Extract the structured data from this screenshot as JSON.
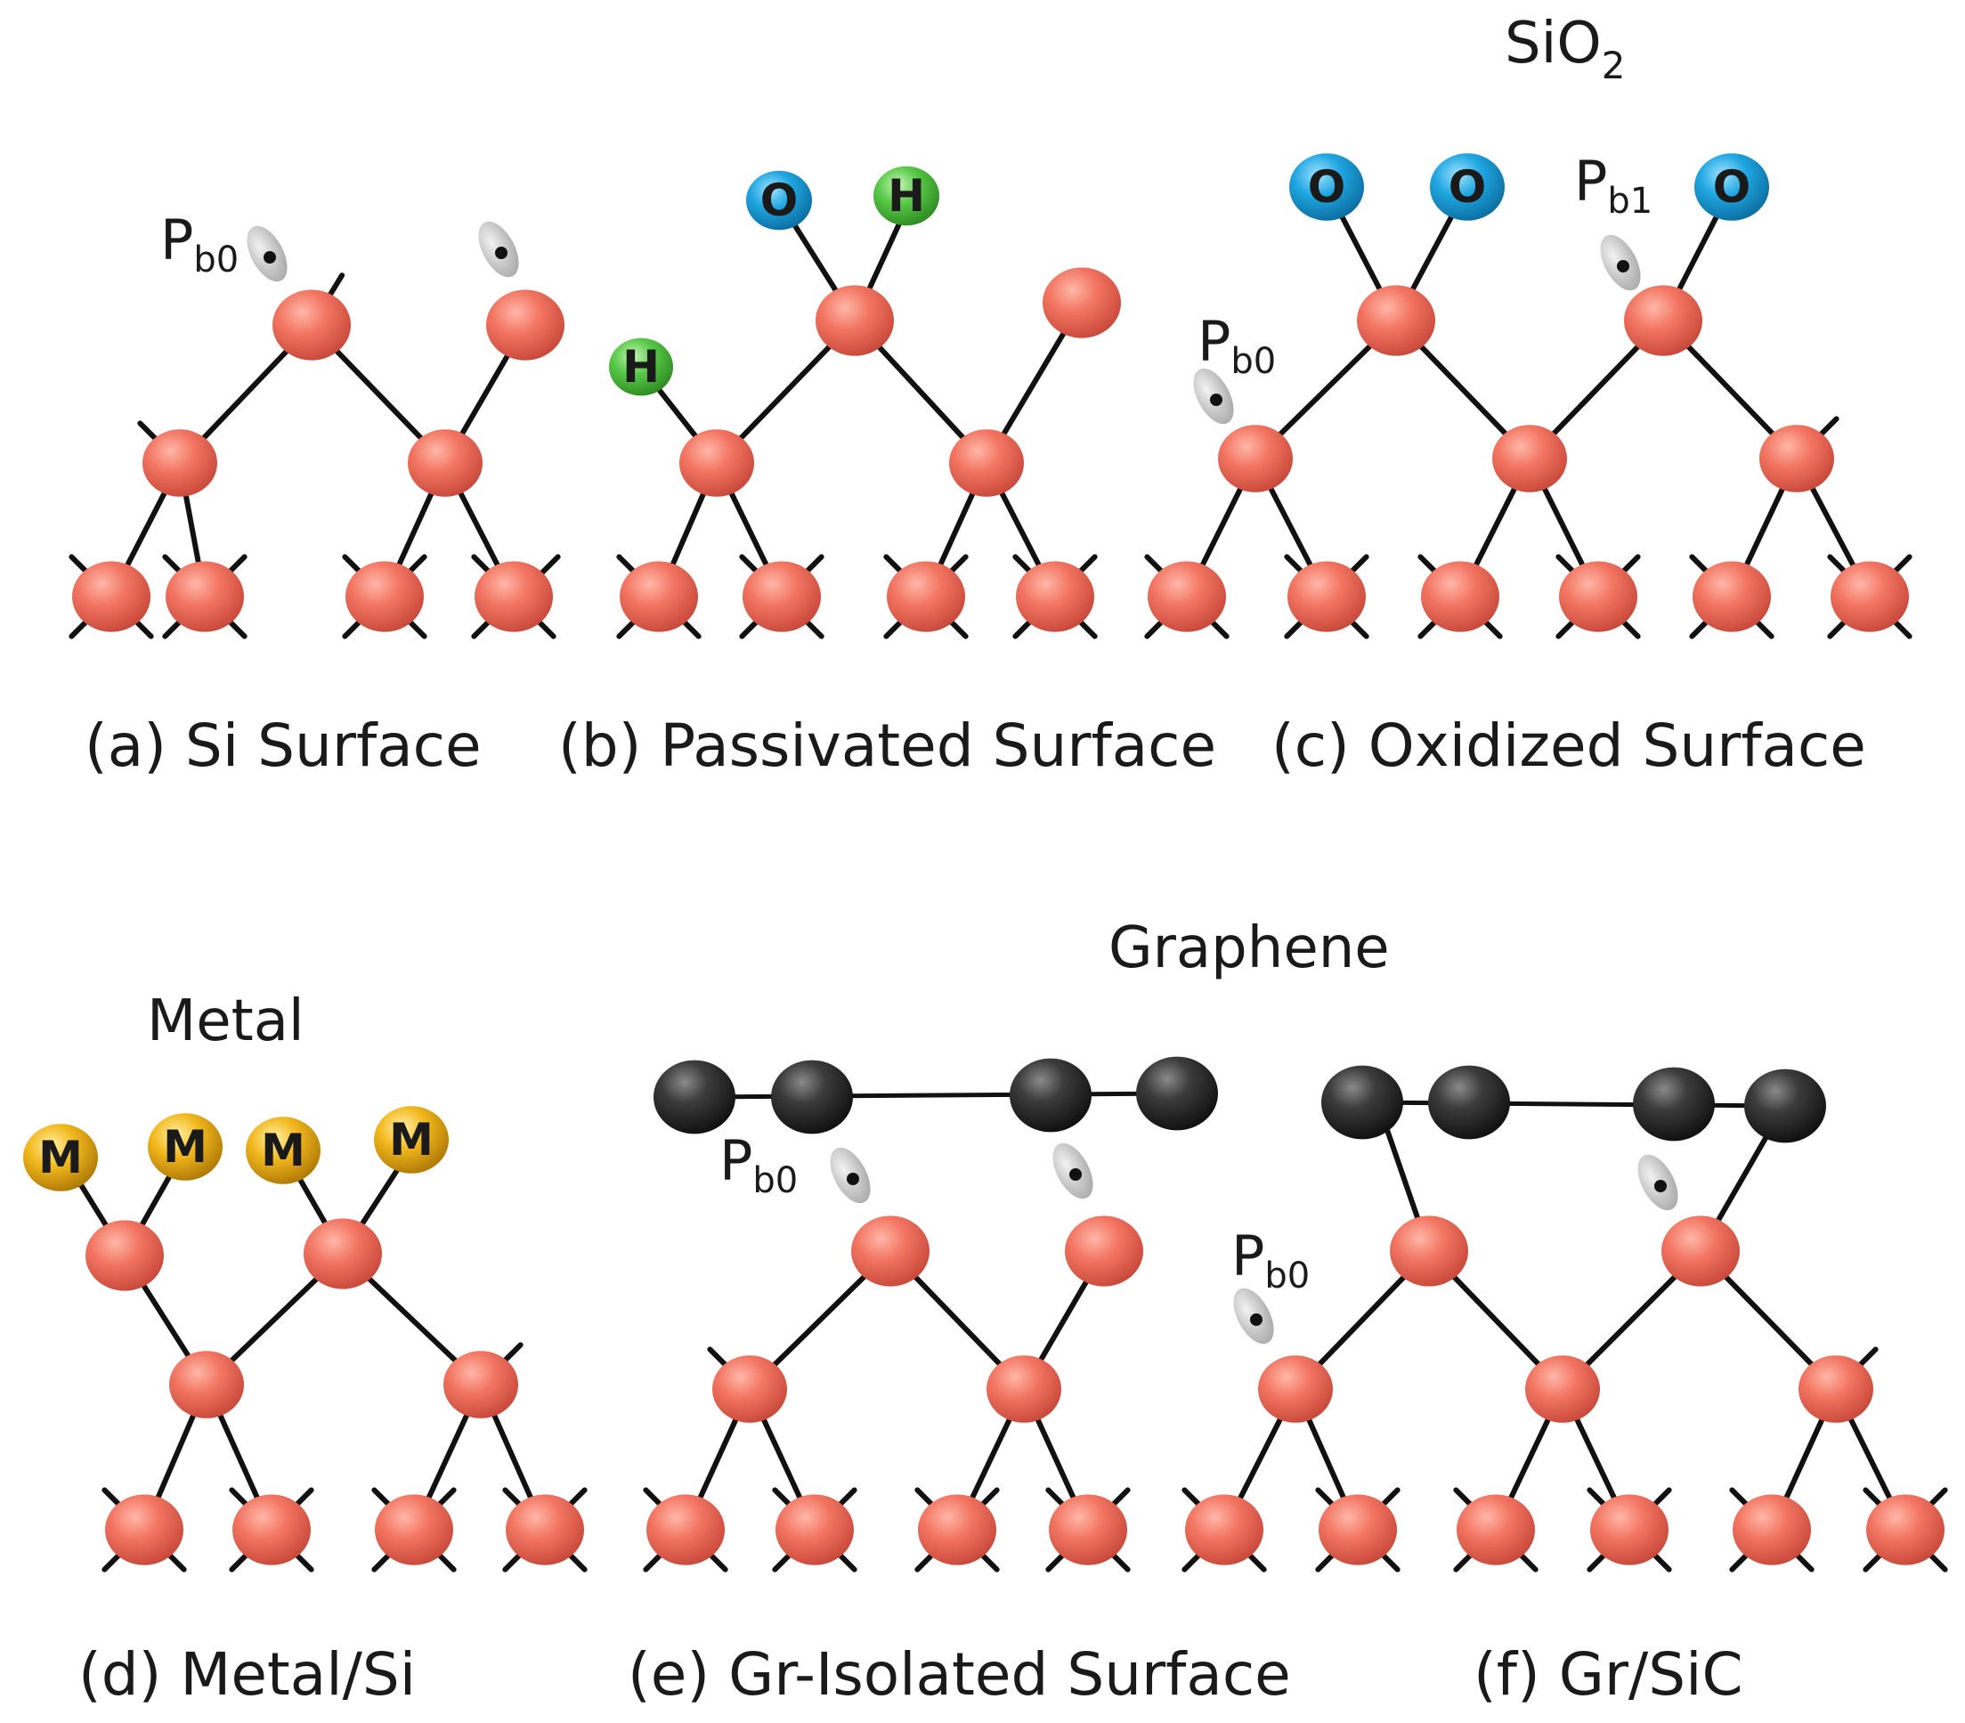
{
  "headings": {
    "sio2": "SiO",
    "sio2_sub": "2",
    "metal": "Metal",
    "graphene": "Graphene"
  },
  "panels": {
    "a": "(a) Si Surface",
    "b": "(b) Passivated Surface",
    "c": "(c)  Oxidized Surface",
    "d": "(d) Metal/Si",
    "e": "(e)  Gr-Isolated Surface",
    "f": "(f) Gr/SiC"
  },
  "defects": {
    "main": "P",
    "sub0": "b0",
    "sub1": "b1"
  },
  "atoms": {
    "oxygen": "O",
    "hydrogen": "H",
    "metal": "M"
  },
  "colors": {
    "silicon": "#ee6f5e",
    "oxygen": "#1ba3de",
    "hydrogen": "#4fc442",
    "metal": "#f0b51c",
    "carbon": "#3a3a3a",
    "bond": "#111111",
    "defect_lobe": "#c8c8c8"
  }
}
